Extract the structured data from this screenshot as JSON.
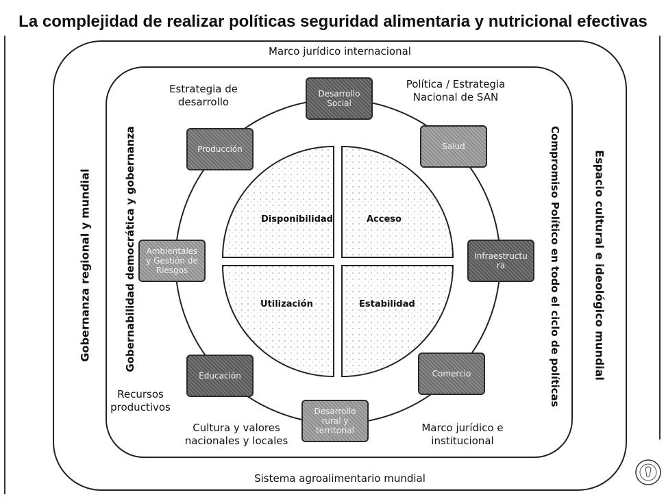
{
  "title": "La complejidad de realizar políticas seguridad alimentaria y nutricional  efectivas",
  "outer": {
    "top": "Marco jurídico internacional",
    "bottom": "Sistema agroalimentario mundial",
    "left": "Gobernanza regional y mundial",
    "right": "Espacio cultural e ideológico mundial"
  },
  "middle": {
    "left": "Gobernabilidad democrática y gobernanza",
    "right": "Compromiso Político en todo el ciclo de políticas",
    "top_left": [
      "Estrategia de",
      "desarrollo"
    ],
    "top_right": [
      "Política / Estrategia",
      "Nacional de SAN"
    ],
    "bottom_left_1": [
      "Recursos",
      "productivos"
    ],
    "bottom_left_2": [
      "Cultura y valores",
      "nacionales y locales"
    ],
    "bottom_right": [
      "Marco jurídico e",
      "institucional"
    ]
  },
  "boxes": {
    "top": [
      "Desarrollo",
      "Social"
    ],
    "top_right": [
      "Salud"
    ],
    "right": [
      "Infraestructu",
      "ra"
    ],
    "bottom_right": [
      "Comercio"
    ],
    "bottom": [
      "Desarrollo",
      "rural y",
      "territorial"
    ],
    "bottom_left": [
      "Educación"
    ],
    "left": [
      "Ambientales",
      "y Gestión de",
      "Riesgos"
    ],
    "top_left": [
      "Producción"
    ]
  },
  "quadrants": {
    "top_left": "Disponibilidad",
    "top_right": "Acceso",
    "bottom_left": "Utilización",
    "bottom_right": "Estabilidad"
  }
}
